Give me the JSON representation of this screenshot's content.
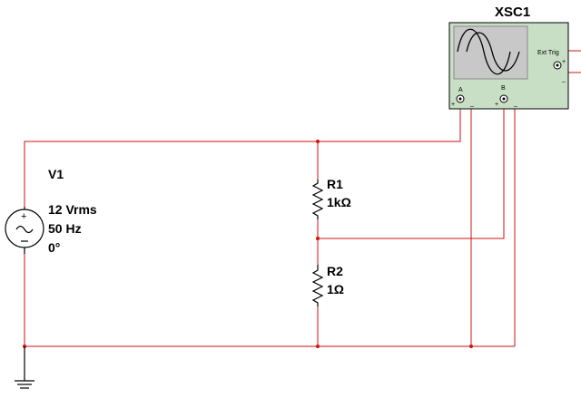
{
  "source": {
    "name": "V1",
    "voltage": "12 Vrms",
    "frequency": "50 Hz",
    "phase": "0°"
  },
  "resistors": [
    {
      "name": "R1",
      "value": "1kΩ"
    },
    {
      "name": "R2",
      "value": "1Ω"
    }
  ],
  "oscilloscope": {
    "name": "XSC1",
    "ext_trig_label": "Ext Trig",
    "channel_a_label": "A",
    "channel_b_label": "B",
    "plus": "+",
    "minus": "_"
  },
  "colors": {
    "wire": "#d01010",
    "scope_panel": "#c9dfc5",
    "scope_screen": "#c8c8c8"
  }
}
